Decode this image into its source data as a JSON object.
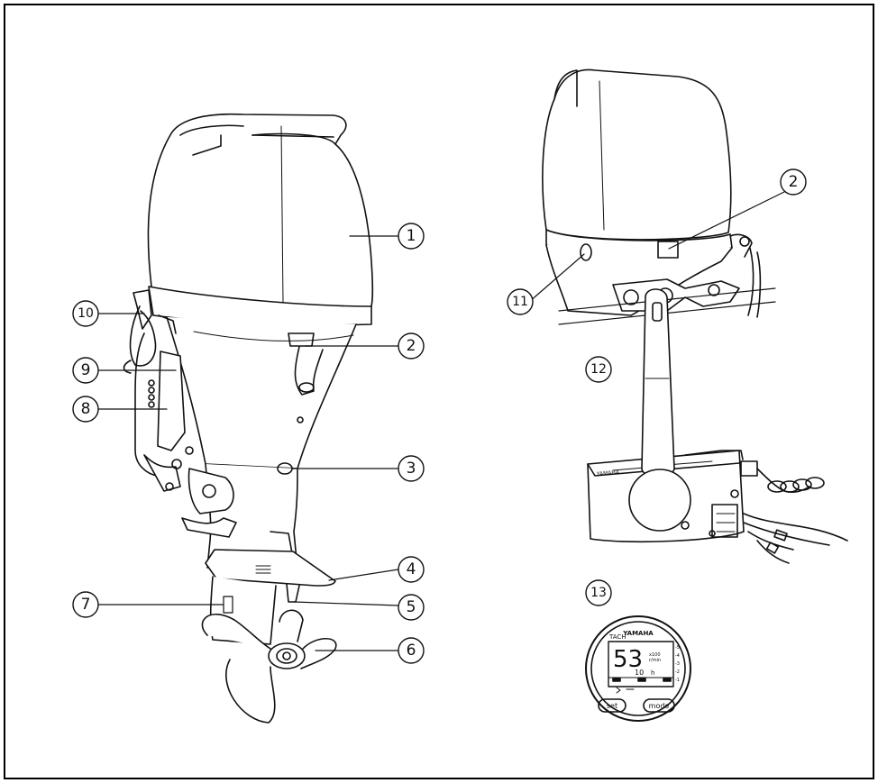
{
  "callouts": {
    "c1": "1",
    "c2a": "2",
    "c3": "3",
    "c4": "4",
    "c5": "5",
    "c6": "6",
    "c7": "7",
    "c8": "8",
    "c9": "9",
    "c10": "10",
    "c2b": "2",
    "c11": "11",
    "c12": "12",
    "c13": "13"
  },
  "control_box": {
    "brand": "YAMAHA"
  },
  "gauge": {
    "brand": "YAMAHA",
    "mode_label": "TACH",
    "rpm_value": "53",
    "rpm_unit_top": "x100",
    "rpm_unit_bottom": "r/min",
    "hours_value": "10",
    "hours_unit": "h",
    "scale": [
      "-5",
      "-4",
      "-3",
      "-2",
      "-1"
    ],
    "set_label": "set",
    "mode_button_label": "mode"
  },
  "colors": {
    "line": "#111111",
    "background": "#ffffff"
  }
}
